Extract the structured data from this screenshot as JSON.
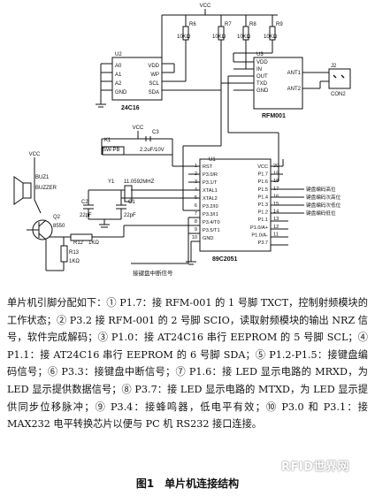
{
  "vcc": "VCC",
  "resistors": {
    "r6": {
      "ref": "R6",
      "val": "10KΩ"
    },
    "r7": {
      "ref": "R7",
      "val": "10KΩ"
    },
    "r8": {
      "ref": "R8",
      "val": "10KΩ"
    },
    "r9": {
      "ref": "R9",
      "val": "10KΩ"
    },
    "r12": {
      "ref": "R12",
      "val": "1KΩ"
    },
    "r13": {
      "ref": "R13",
      "val": "1KΩ"
    }
  },
  "u2": {
    "ref": "U2",
    "part": "24C16",
    "left_pins": [
      "A0",
      "A1",
      "A2",
      "GND"
    ],
    "right_pins": [
      "VDD",
      "WP",
      "SCL",
      "SDA"
    ]
  },
  "u3": {
    "ref": "U3",
    "part": "RFM001",
    "left_pins": [
      "VDD",
      "IN",
      "OUT",
      "TXD",
      "GND"
    ],
    "right_pins": [
      "ANT1",
      "ANT2"
    ]
  },
  "j2": {
    "ref": "J2",
    "label": "CON2"
  },
  "k1": {
    "ref": "K1",
    "label": "SW-PB"
  },
  "c3": {
    "ref": "C3",
    "val": "2.2uF/10V"
  },
  "u1": {
    "ref": "U1",
    "part": "89C2051",
    "left_pins": [
      "RST",
      "P3.0/R",
      "P3.1/T",
      "XTAL1",
      "XTAL2",
      "P3.2/I0",
      "P3.3/I1",
      "P3.4/T0",
      "P3.5/T1",
      "GND"
    ],
    "left_nums": [
      "1",
      "2",
      "3",
      "4",
      "5",
      "6",
      "7",
      "8",
      "9",
      "10"
    ],
    "right_pins": [
      "VCC",
      "P1.7",
      "P1.6",
      "P1.5",
      "P1.4",
      "P1.3",
      "P1.2",
      "P1.1",
      "P1.0/A+",
      "P1.0/A-",
      "P3.7"
    ],
    "right_nums": [
      "20",
      "19",
      "18",
      "17",
      "16",
      "15",
      "14",
      "13",
      "12",
      "11"
    ]
  },
  "y1": {
    "ref": "Y1",
    "val": "11.0592MHZ"
  },
  "c1": {
    "ref": "C1",
    "val": "22pF"
  },
  "c2": {
    "ref": "C2",
    "val": "22pF"
  },
  "buzzer": {
    "ref": "BUZ1",
    "label": "BUZZER"
  },
  "q2": {
    "ref": "Q2",
    "part": "8550"
  },
  "keypad_labels": [
    "键盘编码高位",
    "键盘编码次高位",
    "键盘编码次低位",
    "键盘编码低位"
  ],
  "interrupt_label": "接键盘中断信号",
  "description": "单片机引脚分配如下：① P1.7：接 RFM-001 的 1 号脚 TXCT，控制射频模块的工作状态；② P3.2 接 RFM-001 的 2 号脚 SCIO，读取射频模块的输出 NRZ 信号，软件完成解码；③ P1.0：接 AT24C16 串行 EEPROM 的 5 号脚 SCL；④ P1.1：接 AT24C16 串行 EEPROM 的 6 号脚 SDA；⑤ P1.2-P1.5：接键盘编码信号；⑥ P3.3：接键盘中断信号；⑦ P1.6：接 LED 显示电路的 MRXD，为 LED 显示提供数据信号；⑧ P3.7：接 LED 显示电路的 MTXD，为 LED 显示提供同步位移脉冲；⑨ P3.4：接蜂鸣器，低电平有效；⑩ P3.0 和 P3.1：接 MAX232 电平转换芯片以便与 PC 机 RS232 接口连接。",
  "caption": "图1　单片机连接结构",
  "watermark": "RFID世界网"
}
